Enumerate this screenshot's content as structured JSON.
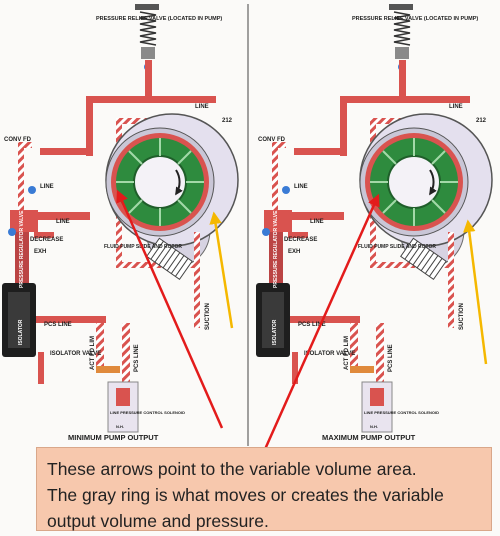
{
  "panels": [
    {
      "relief_valve": "PRESSURE RELIEF VALVE (LOCATED IN PUMP)",
      "line": "LINE",
      "ref_num": "212",
      "conv_fd": "CONV FD",
      "line_small": "LINE",
      "prv": "PRESSURE REGULATOR VALVE",
      "line_mid": "LINE",
      "decrease": "DECREASE",
      "exh": "EXH",
      "pump_label": "FLUID PUMP SLIDE AND ROTOR",
      "suction": "SUCTION",
      "isolator": "ISOLATOR",
      "pcs_line": "PCS LINE",
      "act_fd_lim": "ACT FD LIM",
      "pcs_line_v": "PCS LINE",
      "isolator_valve": "ISOLATOR VALVE",
      "solenoid": "LINE PRESSURE CONTROL SOLENOID",
      "nh": "N.H.",
      "caption": "MINIMUM PUMP OUTPUT"
    },
    {
      "relief_valve": "PRESSURE RELIEF VALVE (LOCATED IN PUMP)",
      "line": "LINE",
      "ref_num": "212",
      "conv_fd": "CONV FD",
      "line_small": "LINE",
      "prv": "PRESSURE REGULATOR VALVE",
      "line_mid": "LINE",
      "decrease": "DECREASE",
      "exh": "EXH",
      "pump_label": "FLUID PUMP SLIDE AND ROTOR",
      "suction": "SUCTION",
      "isolator": "ISOLATOR",
      "pcs_line": "PCS LINE",
      "act_fd_lim": "ACT FD LIM",
      "pcs_line_v": "PCS LINE",
      "isolator_valve": "ISOLATOR VALVE",
      "solenoid": "LINE PRESSURE CONTROL SOLENOID",
      "nh": "N.H.",
      "caption": "MAXIMUM PUMP OUTPUT"
    }
  ],
  "callout": {
    "line1": "These arrows point to the variable volume area.",
    "line2": "The gray ring is what moves or creates the variable",
    "line3": "output volume and pressure."
  },
  "colors": {
    "fluid_red": "#d9534f",
    "rotor_green": "#2e8b3e",
    "ring_gray": "#c9c6d6",
    "arrow_red": "#e31b1b",
    "arrow_yellow": "#f5b800",
    "callout_bg": "#f7c8ad"
  }
}
